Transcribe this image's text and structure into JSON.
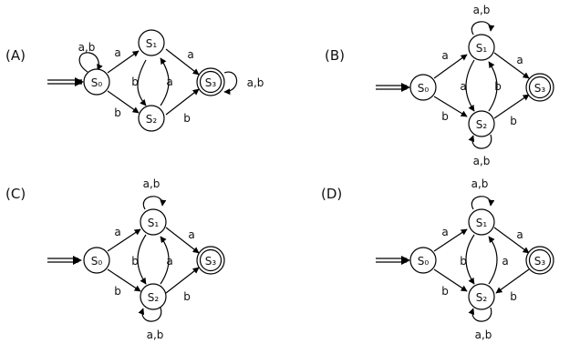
{
  "panels": [
    {
      "label": "(A)",
      "states": [
        "S0",
        "S1",
        "S2",
        "S3"
      ],
      "state_labels": {
        "S0": "S₀",
        "S1": "S₁",
        "S2": "S₂",
        "S3": "S₃"
      },
      "start_state": "S0",
      "accepting_states": [
        "S3"
      ],
      "transitions": [
        {
          "from": "S0",
          "to": "S0",
          "symbol": "a,b"
        },
        {
          "from": "S0",
          "to": "S1",
          "symbol": "a"
        },
        {
          "from": "S0",
          "to": "S2",
          "symbol": "b"
        },
        {
          "from": "S1",
          "to": "S2",
          "symbol": "b"
        },
        {
          "from": "S2",
          "to": "S1",
          "symbol": "a"
        },
        {
          "from": "S1",
          "to": "S3",
          "symbol": "a"
        },
        {
          "from": "S2",
          "to": "S3",
          "symbol": "b"
        },
        {
          "from": "S3",
          "to": "S3",
          "symbol": "a,b"
        }
      ]
    },
    {
      "label": "(B)",
      "states": [
        "S0",
        "S1",
        "S2",
        "S3"
      ],
      "state_labels": {
        "S0": "S₀",
        "S1": "S₁",
        "S2": "S₂",
        "S3": "S₃"
      },
      "start_state": "S0",
      "accepting_states": [
        "S3"
      ],
      "transitions": [
        {
          "from": "S0",
          "to": "S1",
          "symbol": "a"
        },
        {
          "from": "S0",
          "to": "S2",
          "symbol": "b"
        },
        {
          "from": "S1",
          "to": "S1",
          "symbol": "a,b"
        },
        {
          "from": "S2",
          "to": "S2",
          "symbol": "a,b"
        },
        {
          "from": "S1",
          "to": "S2",
          "symbol": "a"
        },
        {
          "from": "S2",
          "to": "S1",
          "symbol": "b"
        },
        {
          "from": "S1",
          "to": "S3",
          "symbol": "a"
        },
        {
          "from": "S2",
          "to": "S3",
          "symbol": "b"
        }
      ]
    },
    {
      "label": "(C)",
      "states": [
        "S0",
        "S1",
        "S2",
        "S3"
      ],
      "state_labels": {
        "S0": "S₀",
        "S1": "S₁",
        "S2": "S₂",
        "S3": "S₃"
      },
      "start_state": "S0",
      "accepting_states": [
        "S3"
      ],
      "transitions": [
        {
          "from": "S0",
          "to": "S1",
          "symbol": "a"
        },
        {
          "from": "S0",
          "to": "S2",
          "symbol": "b"
        },
        {
          "from": "S1",
          "to": "S1",
          "symbol": "a,b"
        },
        {
          "from": "S2",
          "to": "S2",
          "symbol": "a,b"
        },
        {
          "from": "S1",
          "to": "S2",
          "symbol": "b"
        },
        {
          "from": "S2",
          "to": "S1",
          "symbol": "a"
        },
        {
          "from": "S1",
          "to": "S3",
          "symbol": "a"
        },
        {
          "from": "S2",
          "to": "S3",
          "symbol": "b"
        }
      ]
    },
    {
      "label": "(D)",
      "states": [
        "S0",
        "S1",
        "S2",
        "S3"
      ],
      "state_labels": {
        "S0": "S₀",
        "S1": "S₁",
        "S2": "S₂",
        "S3": "S₃"
      },
      "start_state": "S0",
      "accepting_states": [
        "S3"
      ],
      "transitions": [
        {
          "from": "S0",
          "to": "S1",
          "symbol": "a"
        },
        {
          "from": "S0",
          "to": "S2",
          "symbol": "b"
        },
        {
          "from": "S1",
          "to": "S1",
          "symbol": "a,b"
        },
        {
          "from": "S2",
          "to": "S2",
          "symbol": "a,b"
        },
        {
          "from": "S1",
          "to": "S2",
          "symbol": "b"
        },
        {
          "from": "S2",
          "to": "S1",
          "symbol": "a"
        },
        {
          "from": "S1",
          "to": "S3",
          "symbol": "a"
        },
        {
          "from": "S3",
          "to": "S2",
          "symbol": "b"
        }
      ]
    }
  ]
}
